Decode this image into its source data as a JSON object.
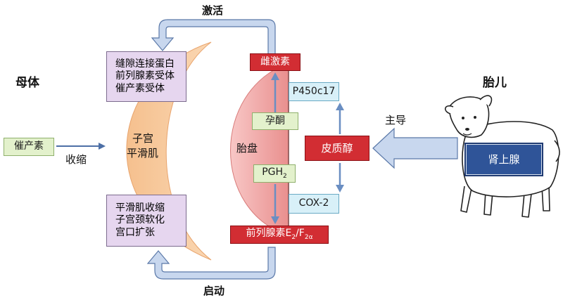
{
  "labels": {
    "maternal": "母体",
    "fetus": "胎儿",
    "activate": "激活",
    "initiate": "启动",
    "contract": "收缩",
    "dominant": "主导",
    "uterus_line1": "子宫",
    "uterus_line2": "平滑肌",
    "placenta": "胎盘"
  },
  "boxes": {
    "oxytocin": "催产素",
    "top_list": [
      "缝隙连接蛋白",
      "前列腺素受体",
      "催产素受体"
    ],
    "bottom_list": [
      "平滑肌收缩",
      "子宫颈软化",
      "宫口扩张"
    ],
    "estrogen": "雌激素",
    "p450": "P450c17",
    "progesterone": "孕酮",
    "cortisol": "皮质醇",
    "pgh2_base": "PGH",
    "pgh2_sub": "2",
    "cox2": "COX-2",
    "pg_base": "前列腺素E",
    "pg_sub1": "2",
    "pg_mid": "/F",
    "pg_sub2": "2α",
    "adrenal": "肾上腺"
  },
  "colors": {
    "uterus_fill": "#f7c89c",
    "placenta_fill": "#f2a7a6",
    "arrow_fill": "#c8d7ee",
    "arrow_stroke": "#5a78a8"
  }
}
